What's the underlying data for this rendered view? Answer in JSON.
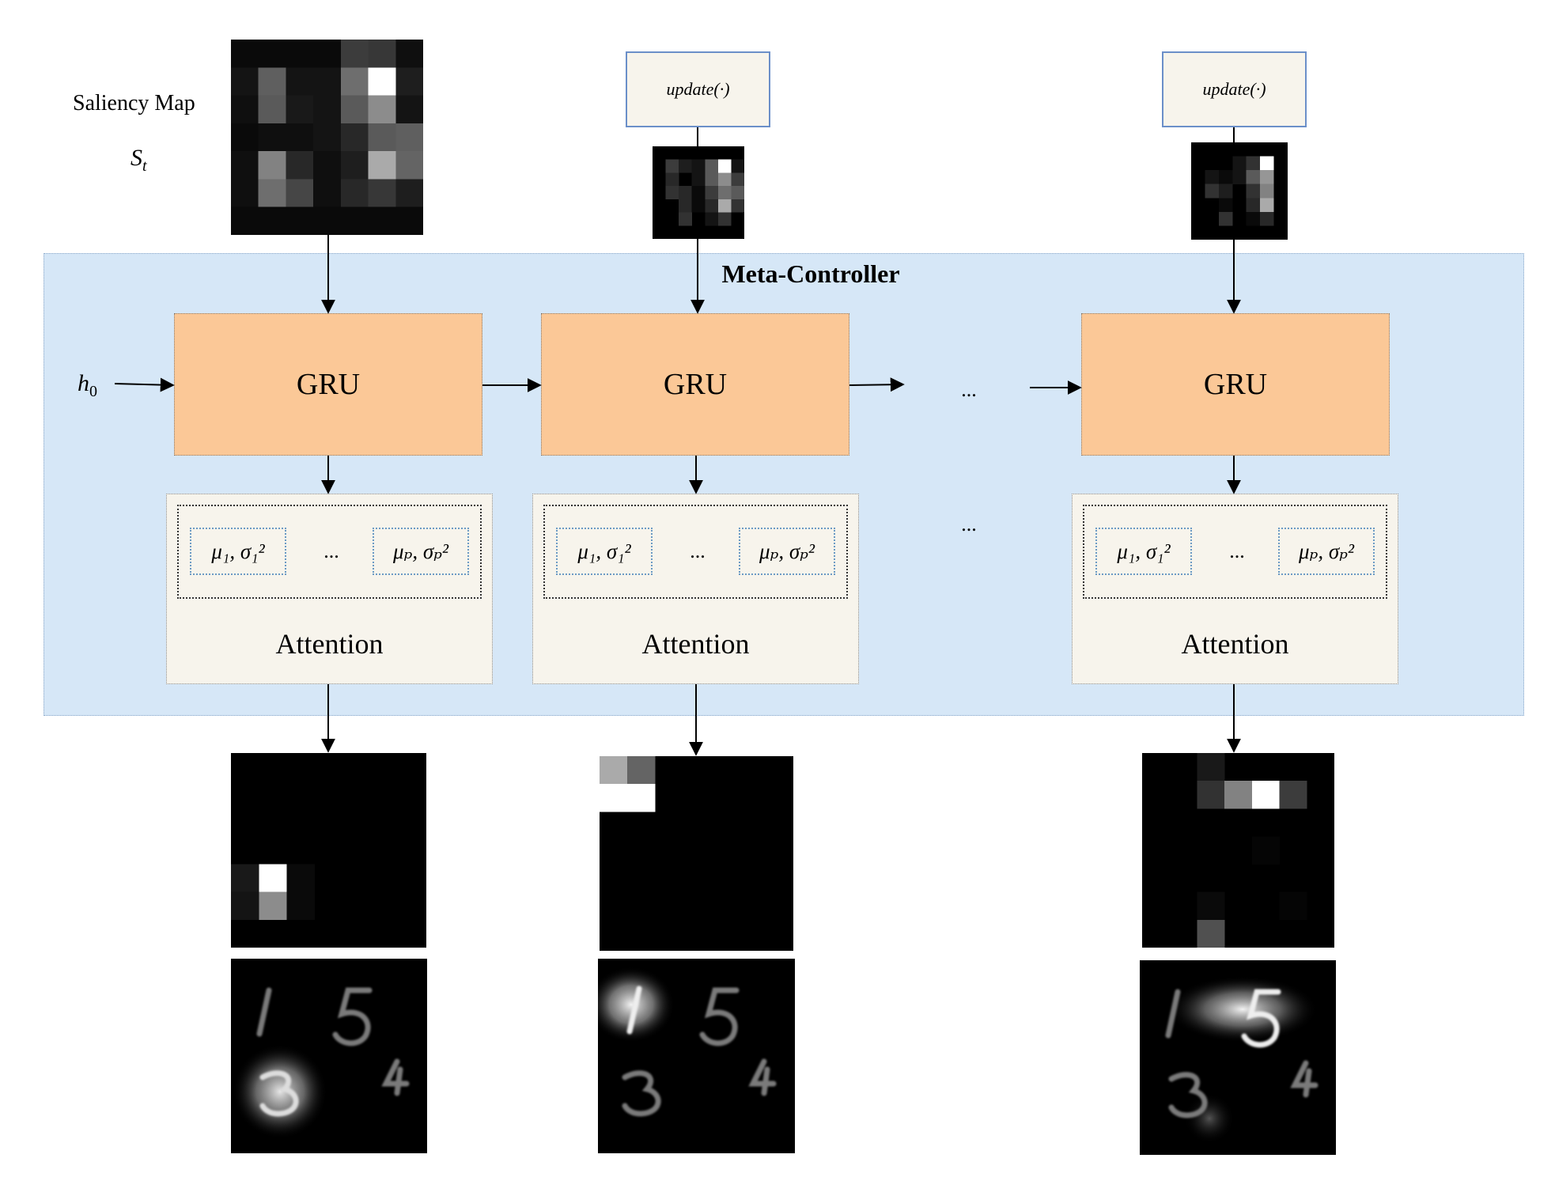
{
  "diagram": {
    "saliency_label": "Saliency Map",
    "saliency_symbol": "S",
    "saliency_subscript": "t",
    "meta_title": "Meta-Controller",
    "initial_state": "h",
    "initial_state_subscript": "0",
    "update_label": "update(·)",
    "gru_label": "GRU",
    "attention_label": "Attention",
    "param_first": "μ₁, σ₁²",
    "param_last": "μₚ, σₚ²",
    "ellipsis": "...",
    "colors": {
      "panel": "#d6e7f7",
      "gru": "#fbc897",
      "attention": "#f7f4ec",
      "update_border": "#6b8fc9",
      "param_border": "#6b9ac4"
    }
  }
}
